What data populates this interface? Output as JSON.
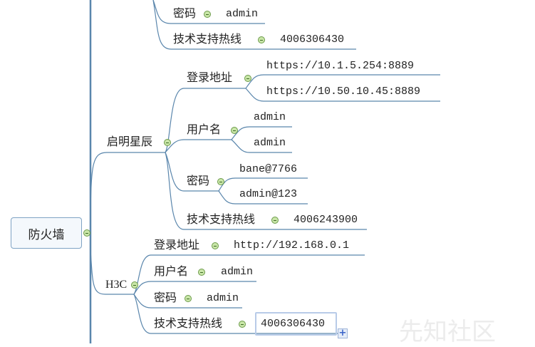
{
  "root": {
    "label": "防火墙"
  },
  "top_partial": [
    {
      "label": "密码",
      "value": "admin"
    },
    {
      "label": "技术支持热线",
      "value": "4006306430"
    }
  ],
  "qiming": {
    "label": "启明星辰",
    "login": {
      "label": "登录地址",
      "values": [
        "https://10.1.5.254:8889",
        "https://10.50.10.45:8889"
      ]
    },
    "user": {
      "label": "用户名",
      "values": [
        "admin",
        "admin"
      ]
    },
    "password": {
      "label": "密码",
      "values": [
        "bane@7766",
        "admin@123"
      ]
    },
    "hotline": {
      "label": "技术支持热线",
      "value": "4006243900"
    }
  },
  "h3c": {
    "label": "H3C",
    "login": {
      "label": "登录地址",
      "value": "http://192.168.0.1"
    },
    "user": {
      "label": "用户名",
      "value": "admin"
    },
    "password": {
      "label": "密码",
      "value": "admin"
    },
    "hotline": {
      "label": "技术支持热线",
      "value": "4006306430"
    }
  },
  "watermark": "先知社区",
  "colors": {
    "line": "#5a86ac",
    "collapse_icon": "#c9e6a8",
    "selection": "#b8cbe8"
  }
}
